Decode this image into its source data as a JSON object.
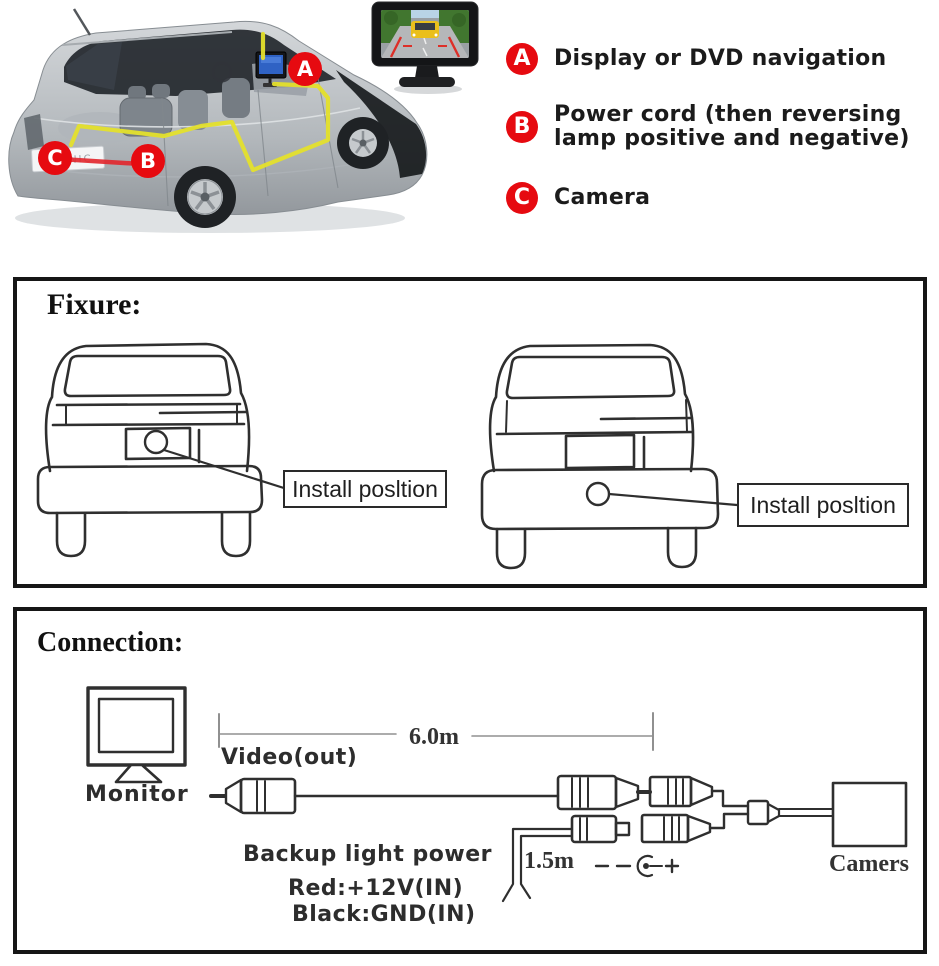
{
  "colors": {
    "accent_red": "#e60a10",
    "ink": "#1c1c1c",
    "line_art": "#2f2f2f",
    "cable_yellow": "#e4e02c",
    "wire_red": "#e2262c"
  },
  "hero": {
    "markers": [
      {
        "letter": "A"
      },
      {
        "letter": "B"
      },
      {
        "letter": "C"
      }
    ],
    "legend": [
      {
        "letter": "A",
        "label": "Display or DVD navigation"
      },
      {
        "letter": "B",
        "label": "Power cord (then reversing\nlamp positive and negative)"
      },
      {
        "letter": "C",
        "label": "Camera"
      }
    ],
    "plate_text": "SCENIC"
  },
  "fixure": {
    "title": "Fixure:",
    "install_labels": [
      "Install posltion",
      "Install posltion"
    ]
  },
  "connection": {
    "title": "Connection:",
    "monitor_label": "Monitor",
    "video_out_label": "Video(out)",
    "video_cable_length": "6.0m",
    "backup_light_power": "Backup light power",
    "red_wire": "Red:+12V(IN)",
    "black_wire": "Black:GND(IN)",
    "power_cable_length": "1.5m",
    "camera_label": "Camers"
  }
}
